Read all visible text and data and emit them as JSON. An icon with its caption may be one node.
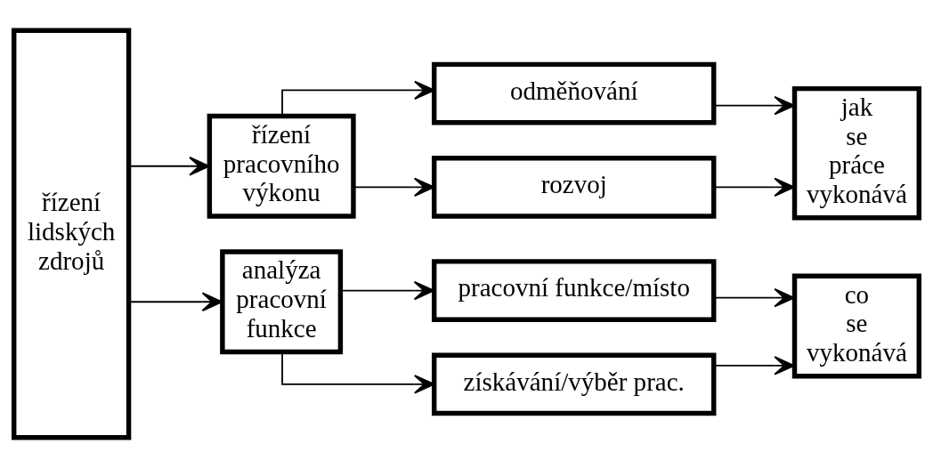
{
  "diagram": {
    "nodes": [
      {
        "text": [
          "řízení lidských zdrojů"
        ]
      },
      {
        "text": [
          "řízení pracovního výkonu"
        ]
      },
      {
        "text": [
          "odměňování"
        ]
      },
      {
        "text": [
          "rozvoj"
        ]
      },
      {
        "text": [
          "jak se práce vykonává"
        ]
      },
      {
        "text": [
          "analýza pracovní funkce"
        ]
      },
      {
        "text": [
          "pracovní funkce/místo"
        ]
      },
      {
        "text": [
          "získávání/výběr prac."
        ]
      },
      {
        "text": [
          "co se vykonává"
        ]
      }
    ],
    "edges": [
      {
        "from": 0,
        "to": 1,
        "arrow": "to"
      },
      {
        "from": 0,
        "to": 5,
        "arrow": "to"
      },
      {
        "from": 1,
        "to": 2,
        "arrow": "to"
      },
      {
        "from": 1,
        "to": 3,
        "arrow": "to"
      },
      {
        "from": 2,
        "to": 4,
        "arrow": "to"
      },
      {
        "from": 3,
        "to": 4,
        "arrow": "to"
      },
      {
        "from": 5,
        "to": 6,
        "arrow": "to"
      },
      {
        "from": 5,
        "to": 7,
        "arrow": "to"
      },
      {
        "from": 6,
        "to": 8,
        "arrow": "to"
      },
      {
        "from": 7,
        "to": 8,
        "arrow": "to"
      }
    ]
  }
}
